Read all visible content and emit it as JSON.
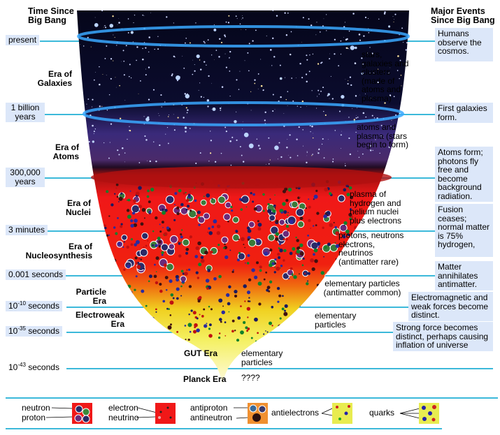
{
  "headers": {
    "left": "Time Since Big Bang",
    "right": "Major Events Since Big Bang"
  },
  "times": [
    {
      "label": "present"
    },
    {
      "label": "1 billion years"
    },
    {
      "label": "300,000 years"
    },
    {
      "label": "3 minutes"
    },
    {
      "label": "0.001 seconds"
    },
    {
      "base": "10",
      "exp": "-10",
      "unit": " seconds"
    },
    {
      "base": "10",
      "exp": "-35",
      "unit": " seconds"
    },
    {
      "base": "10",
      "exp": "-43",
      "unit": " seconds"
    }
  ],
  "eras": [
    "Era of Galaxies",
    "Era of Atoms",
    "Era of Nuclei",
    "Era of Nucleosynthesis",
    "Particle Era",
    "Electroweak Era",
    "GUT Era",
    "Planck Era"
  ],
  "contents": [
    "stars, galaxies and clusters (made of atoms and plasma)",
    "atoms and plasma (stars begin to form)",
    "plasma of hydrogen and helium nuclei plus electrons",
    "protons, neutrons electrons, neutrinos (antimatter rare)",
    "elementary particles (antimatter common)",
    "elementary particles",
    "elementary particles",
    "????"
  ],
  "events": [
    "Humans observe the cosmos.",
    "First galaxies form.",
    "Atoms form; photons fly free and become background radiation.",
    "Fusion ceases; normal matter is 75% hydrogen,",
    "Matter annihilates antimatter.",
    "Electromagnetic and weak forces become distinct.",
    "Strong force becomes distinct, perhaps causing inflation of universe"
  ],
  "legend": {
    "neutron": "neutron",
    "proton": "proton",
    "electron": "electron",
    "neutrino": "neutrino",
    "antiproton": "antiproton",
    "antineutron": "antineutron",
    "antielectrons": "antielectrons",
    "quarks": "quarks"
  },
  "colors": {
    "line": "#3cb9da",
    "box": "#dce7f9"
  }
}
